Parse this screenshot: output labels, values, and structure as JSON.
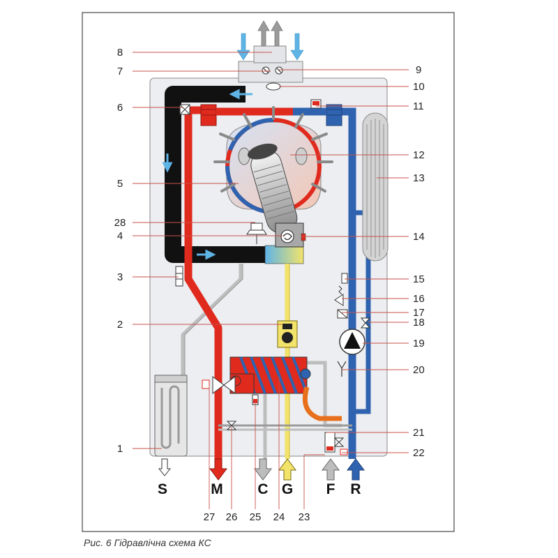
{
  "caption": "Рис. 6 Гідравлічна схема КС",
  "callouts_left": [
    "8",
    "7",
    "6",
    "5",
    "28",
    "4",
    "3",
    "2",
    "1"
  ],
  "callouts_right": [
    "9",
    "10",
    "11",
    "12",
    "13",
    "14",
    "15",
    "16",
    "17",
    "18",
    "19",
    "20",
    "21",
    "22"
  ],
  "callouts_bottom": [
    "27",
    "26",
    "25",
    "24",
    "23"
  ],
  "connections": [
    "S",
    "M",
    "C",
    "G",
    "F",
    "R"
  ],
  "colors": {
    "hot_water": "#e02a1e",
    "return_water": "#2f63b0",
    "gas": "#f2e36a",
    "cold_water": "#bdbdbd",
    "flue": "#111111",
    "air_arrow": "#5fb4e6",
    "casing": "#eceef1"
  }
}
